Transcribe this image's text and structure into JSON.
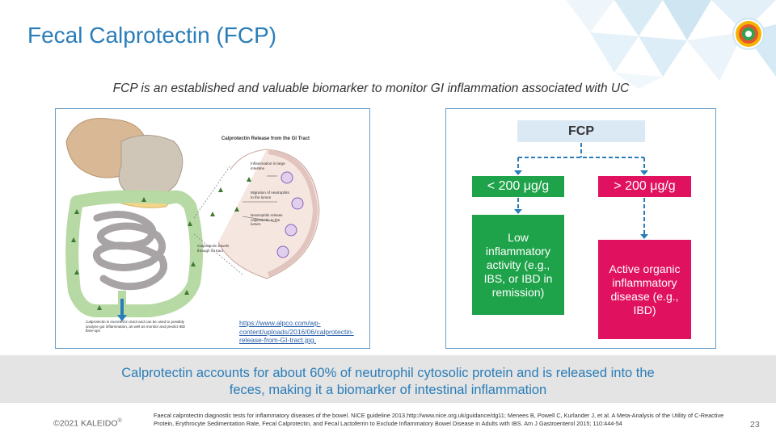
{
  "slide": {
    "title": "Fecal Calprotectin (FCP)",
    "subtitle": "FCP is an established and valuable biomarker to monitor GI inflammation associated with UC",
    "page_number": "23"
  },
  "illustration": {
    "heading": "Calprotectin Release from the GI Tract",
    "label_inflammation": "Inflammation in large intestine",
    "label_migration": "Migration of neutrophils to the lumen",
    "label_release": "Neutrophils release calprotectin to the lumen",
    "label_travels": "Calprotectin travels through GI tract",
    "caption": "Calprotectin is excreted in stool and can be used to possibly analyze gut inflammation, as well as monitor and predict IBD flare-ups",
    "source_url": "https://www.alpco.com/wp-content/uploads/2016/06/calprotectin-release-from-GI-tract.jpg."
  },
  "flowchart": {
    "root": "FCP",
    "low_threshold": "< 200 μg/g",
    "high_threshold": "> 200 μg/g",
    "low_result": "Low inflammatory activity (e.g., IBS, or IBD in remission)",
    "high_result": "Active organic inflammatory disease (e.g., IBD)"
  },
  "banner": {
    "text": "Calprotectin accounts for about 60% of neutrophil cytosolic protein and is released into the feces, making it a biomarker of intestinal inflammation"
  },
  "footer": {
    "copyright": "©2021 KALEIDO",
    "registered": "®",
    "reference": "Faecal calprotectin diagnostic tests for inflammatory diseases of the bowel. NICE guideline 2013.http://www.nice.org.uk/guidance/dg11; Menees B, Powell C, Kurlander J, et al. A Meta-Analysis of the Utility of C-Reactive Protein, Erythrocyte Sedimentation Rate, Fecal Calprotectin, and Fecal Lactoferrin to Exclude Inflammatory Bowel Disease in Adults with IBS. Am J Gastroenterol 2015; 110:444-54"
  },
  "colors": {
    "title_blue": "#2a7db8",
    "green": "#1fa34a",
    "pink": "#e0115f",
    "fcp_box": "#dbe9f5",
    "connector": "#2a7db8"
  }
}
